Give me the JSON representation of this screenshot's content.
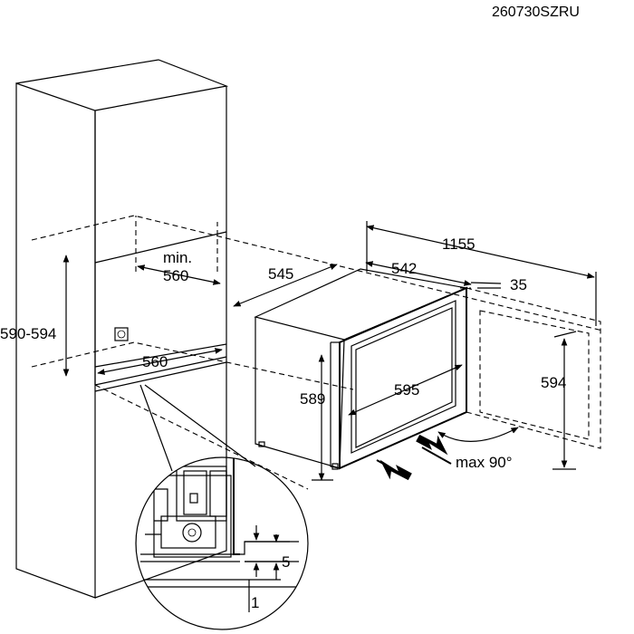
{
  "reference_code": "260730SZRU",
  "dimensions": {
    "niche_height": "590-594",
    "niche_min_depth_label": "min.",
    "niche_min_depth_value": "560",
    "niche_width": "560",
    "appliance_depth": "545",
    "appliance_inner_depth": "542",
    "appliance_width": "595",
    "appliance_height": "589",
    "total_depth_door_open": "1155",
    "door_thickness": "35",
    "door_height": "594",
    "door_angle": "max 90°",
    "detail_gap_top": "5",
    "detail_gap_bottom": "1"
  }
}
